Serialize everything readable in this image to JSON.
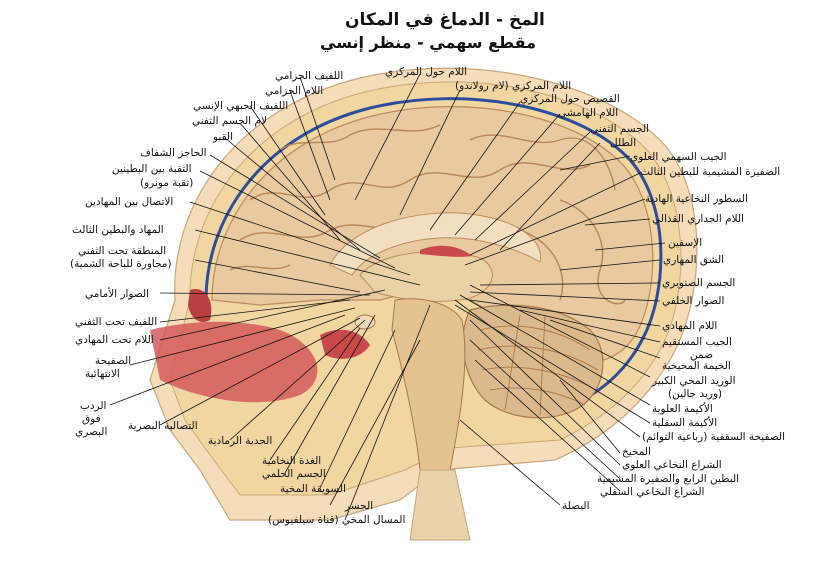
{
  "title": {
    "line1": "المخ - الدماغ في المكان",
    "line2": "مقطع سهمي - منظر إنسي"
  },
  "labels": {
    "paracentral_lobule": "اللام حول المركزي",
    "central_sulcus": "اللام المركزي (لام رولاندو)",
    "precuneus": "القصيص حول المركزي",
    "marginal_sulcus": "اللام الهامشي",
    "corpus_callosum": "الجسم الثفني",
    "splenium": "الطلل",
    "superior_sagittal_sinus": "الجيب السهمي العلوي",
    "choroid_plexus_third_ventricle": "الضفيرة المشيمية للبطين الثالث",
    "striae_medullares": "السطور النخاعية الهادية",
    "parieto_occipital_sulcus": "اللام الجداري القذالي",
    "cuneus": "الإسفين",
    "calcarine_sulcus": "الشق المهاري",
    "pineal_body": "الجسم الصنوبري",
    "posterior_commissure": "الصوار الخلفي",
    "hypothalamic_sulcus_r": "اللام المهادي",
    "straight_sinus": "الجيب المستقيم",
    "in_tentorium": "ضمن",
    "tentorium_cerebelli": "الخيمة المخيخية",
    "great_cerebral_vein": "الوريد المخي الكبير",
    "vein_of_galen": "(وريد جالين)",
    "superior_colliculus": "الأكيمة العلوية",
    "inferior_colliculus": "الأكيمة السفلية",
    "superior_medullary_velum": "الصفيحة السقفية (رباعية التوائم)",
    "cerebellum": "المخيخ",
    "superior_medullary_velum2": "الشراع النخاعي العلوي",
    "fourth_ventricle": "البطين الرابع والضفيرة المشيمية",
    "inferior_medullary_velum": "الشراع النخاعي السفلي",
    "medulla": "البصلة",
    "cingulate_gyrus": "اللفيف الحزامي",
    "cingulate_sulcus": "اللام الحزامي",
    "medial_frontal_gyrus": "اللفيف الجبهي الإنسي",
    "callosal_sulcus": "لام الجسم الثفني",
    "fornix": "القبو",
    "septum_pellucidum": "الحاجز الشفاف",
    "interventricular_foramen": "الثقبة بين البطينين",
    "foramen_monro": "(ثقبة مونرو)",
    "interthalamic_adhesion": "الاتصال بين المهادين",
    "thalamus_third_ventricle": "المهاد والبطين الثالث",
    "subcallosal_area": "المنطقة تحت الثفني",
    "paraterminal": "(مجاورة للباحة الشمية)",
    "anterior_commissure": "الصوار الأمامي",
    "subcallosal_gyrus": "اللفيف تحت الثفني",
    "hypothalamic_sulcus_l": "اللام تحت المهادي",
    "lamina_terminalis": "الصفيحة",
    "lamina_terminalis2": "الانتهائية",
    "supraoptic_recess": "الردب",
    "supraoptic_recess2": "فوق",
    "supraoptic_recess3": "البصري",
    "optic_chiasm": "التصالبة البصرية",
    "tuber_cinereum": "الحدبة الرمادية",
    "pituitary": "الغدة النخامية",
    "mammillary_body": "الجسم الحلمي",
    "cerebral_peduncle": "السويقة المخية",
    "pons": "الجسر",
    "cerebral_aqueduct": "المسال المخي (قناة سيلفيوس)"
  },
  "colors": {
    "cortex": "#e8c9a0",
    "cortex_shade": "#d9b487",
    "white_matter": "#f2dfc0",
    "dura": "#2c4e9a",
    "skull": "#f1d6a2",
    "scalp": "#f4ddb8",
    "cerebellum": "#dcb98c",
    "ventricle": "#e9d2a6",
    "red_tissue": "#c94a4a",
    "leader": "#111111"
  }
}
